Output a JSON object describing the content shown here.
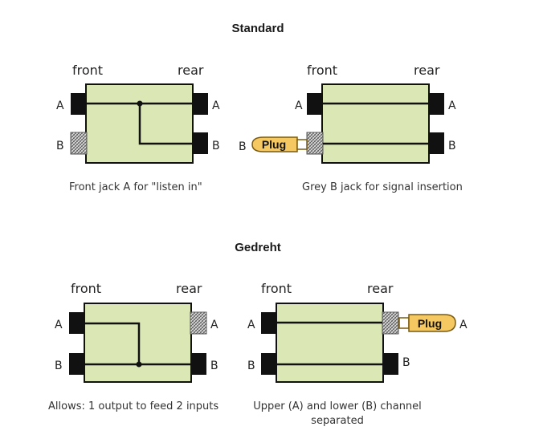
{
  "sections": {
    "standard": {
      "title": "Standard",
      "left": {
        "front": "front",
        "rear": "rear",
        "jack_a": "A",
        "jack_b": "B",
        "rear_a": "A",
        "rear_b": "B",
        "caption": "Front jack A for \"listen in\""
      },
      "right": {
        "front": "front",
        "rear": "rear",
        "jack_a": "A",
        "jack_b": "B",
        "rear_a": "A",
        "rear_b": "B",
        "plug": "Plug",
        "caption": "Grey B jack for signal insertion"
      }
    },
    "gedreht": {
      "title": "Gedreht",
      "left": {
        "front": "front",
        "rear": "rear",
        "jack_a": "A",
        "jack_b": "B",
        "rear_a": "A",
        "rear_b": "B",
        "caption": "Allows: 1 output to feed 2 inputs"
      },
      "right": {
        "front": "front",
        "rear": "rear",
        "jack_a": "A",
        "jack_b": "B",
        "rear_a": "A",
        "rear_b": "B",
        "plug": "Plug",
        "caption_line1": "Upper (A) and lower (B) channel",
        "caption_line2": "separated"
      }
    }
  },
  "colors": {
    "box_fill": "#dbe8b5",
    "plug_fill": "#f5c862",
    "jack": "#111111"
  }
}
